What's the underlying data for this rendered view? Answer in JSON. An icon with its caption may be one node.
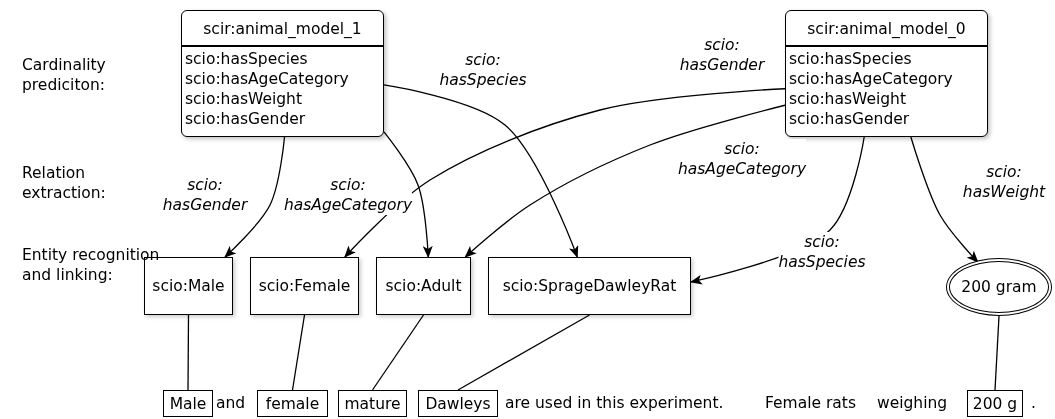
{
  "diagram": {
    "nodes": [
      {
        "text": [
          "scir:animal_model_1",
          "scio:hasSpecies",
          "scio:hasAgeCategory",
          "scio:hasWeight",
          "scio:hasGender"
        ]
      },
      {
        "text": [
          "scir:animal_model_0",
          "scio:hasSpecies",
          "scio:hasAgeCategory",
          "scio:hasWeight",
          "scio:hasGender"
        ]
      },
      {
        "text": [
          "scio:Male"
        ]
      },
      {
        "text": [
          "scio:Female"
        ]
      },
      {
        "text": [
          "scio:Adult"
        ]
      },
      {
        "text": [
          "scio:SprageDawleyRat"
        ]
      },
      {
        "text": [
          "200 gram"
        ]
      },
      {
        "text": [
          "Male"
        ]
      },
      {
        "text": [
          "female"
        ]
      },
      {
        "text": [
          "mature"
        ]
      },
      {
        "text": [
          "Dawleys"
        ]
      },
      {
        "text": [
          "200 g"
        ]
      }
    ],
    "edges": [
      {
        "from": 0,
        "to": 2,
        "arrow": "to",
        "label": "scio: hasGender"
      },
      {
        "from": 0,
        "to": 4,
        "arrow": "to",
        "label": "scio: hasAgeCategory"
      },
      {
        "from": 0,
        "to": 5,
        "arrow": "to",
        "label": "scio: hasSpecies"
      },
      {
        "from": 1,
        "to": 3,
        "arrow": "to",
        "label": "scio: hasGender"
      },
      {
        "from": 1,
        "to": 4,
        "arrow": "to",
        "label": "scio: hasAgeCategory"
      },
      {
        "from": 1,
        "to": 5,
        "arrow": "to",
        "label": "scio: hasSpecies"
      },
      {
        "from": 1,
        "to": 6,
        "arrow": "to",
        "label": "scio: hasWeight"
      },
      {
        "from": 2,
        "to": 7,
        "arrow": "none"
      },
      {
        "from": 3,
        "to": 8,
        "arrow": "none"
      },
      {
        "from": 4,
        "to": 9,
        "arrow": "none"
      },
      {
        "from": 5,
        "to": 10,
        "arrow": "none"
      },
      {
        "from": 6,
        "to": 11,
        "arrow": "none"
      }
    ],
    "labels": [
      "Cardinality prediciton:",
      "Relation extraction:",
      "Entity recognition and linking:",
      "and",
      "are used in this experiment.",
      "Female rats",
      "weighing",
      "."
    ]
  }
}
